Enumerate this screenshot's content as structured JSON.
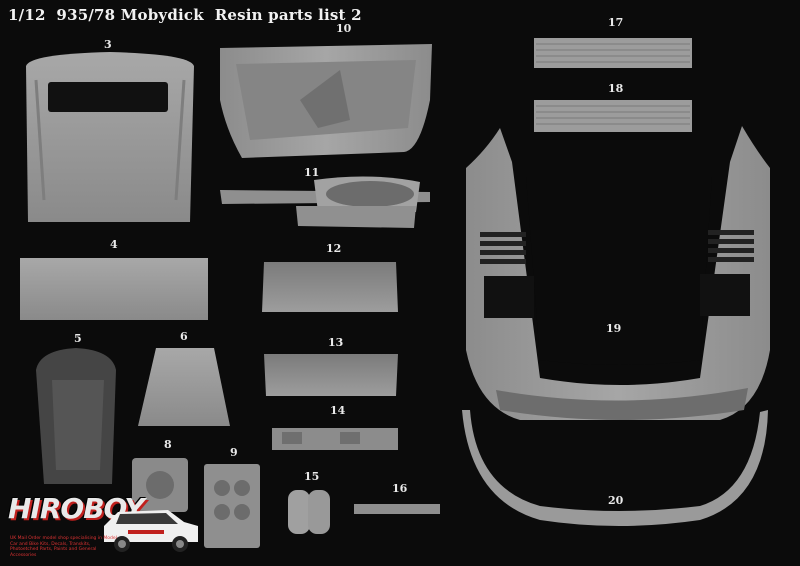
{
  "title": "1/12  935/78 Mobydick  Resin parts list 2",
  "part_numbers": [
    "3",
    "10",
    "17",
    "18",
    "4",
    "11",
    "12",
    "5",
    "6",
    "13",
    "19",
    "14",
    "8",
    "9",
    "15",
    "16",
    "20"
  ],
  "logo": {
    "wordmark": "HIROBOY",
    "tagline": "UK Mail Order model shop specialising in Model Car and Bike Kits, Decals, Transkits, Photoetched Parts, Paints and General Accessories"
  },
  "colors": {
    "background": "#0b0b0b",
    "part": "#9a9a9a",
    "accent": "#c0201d"
  }
}
